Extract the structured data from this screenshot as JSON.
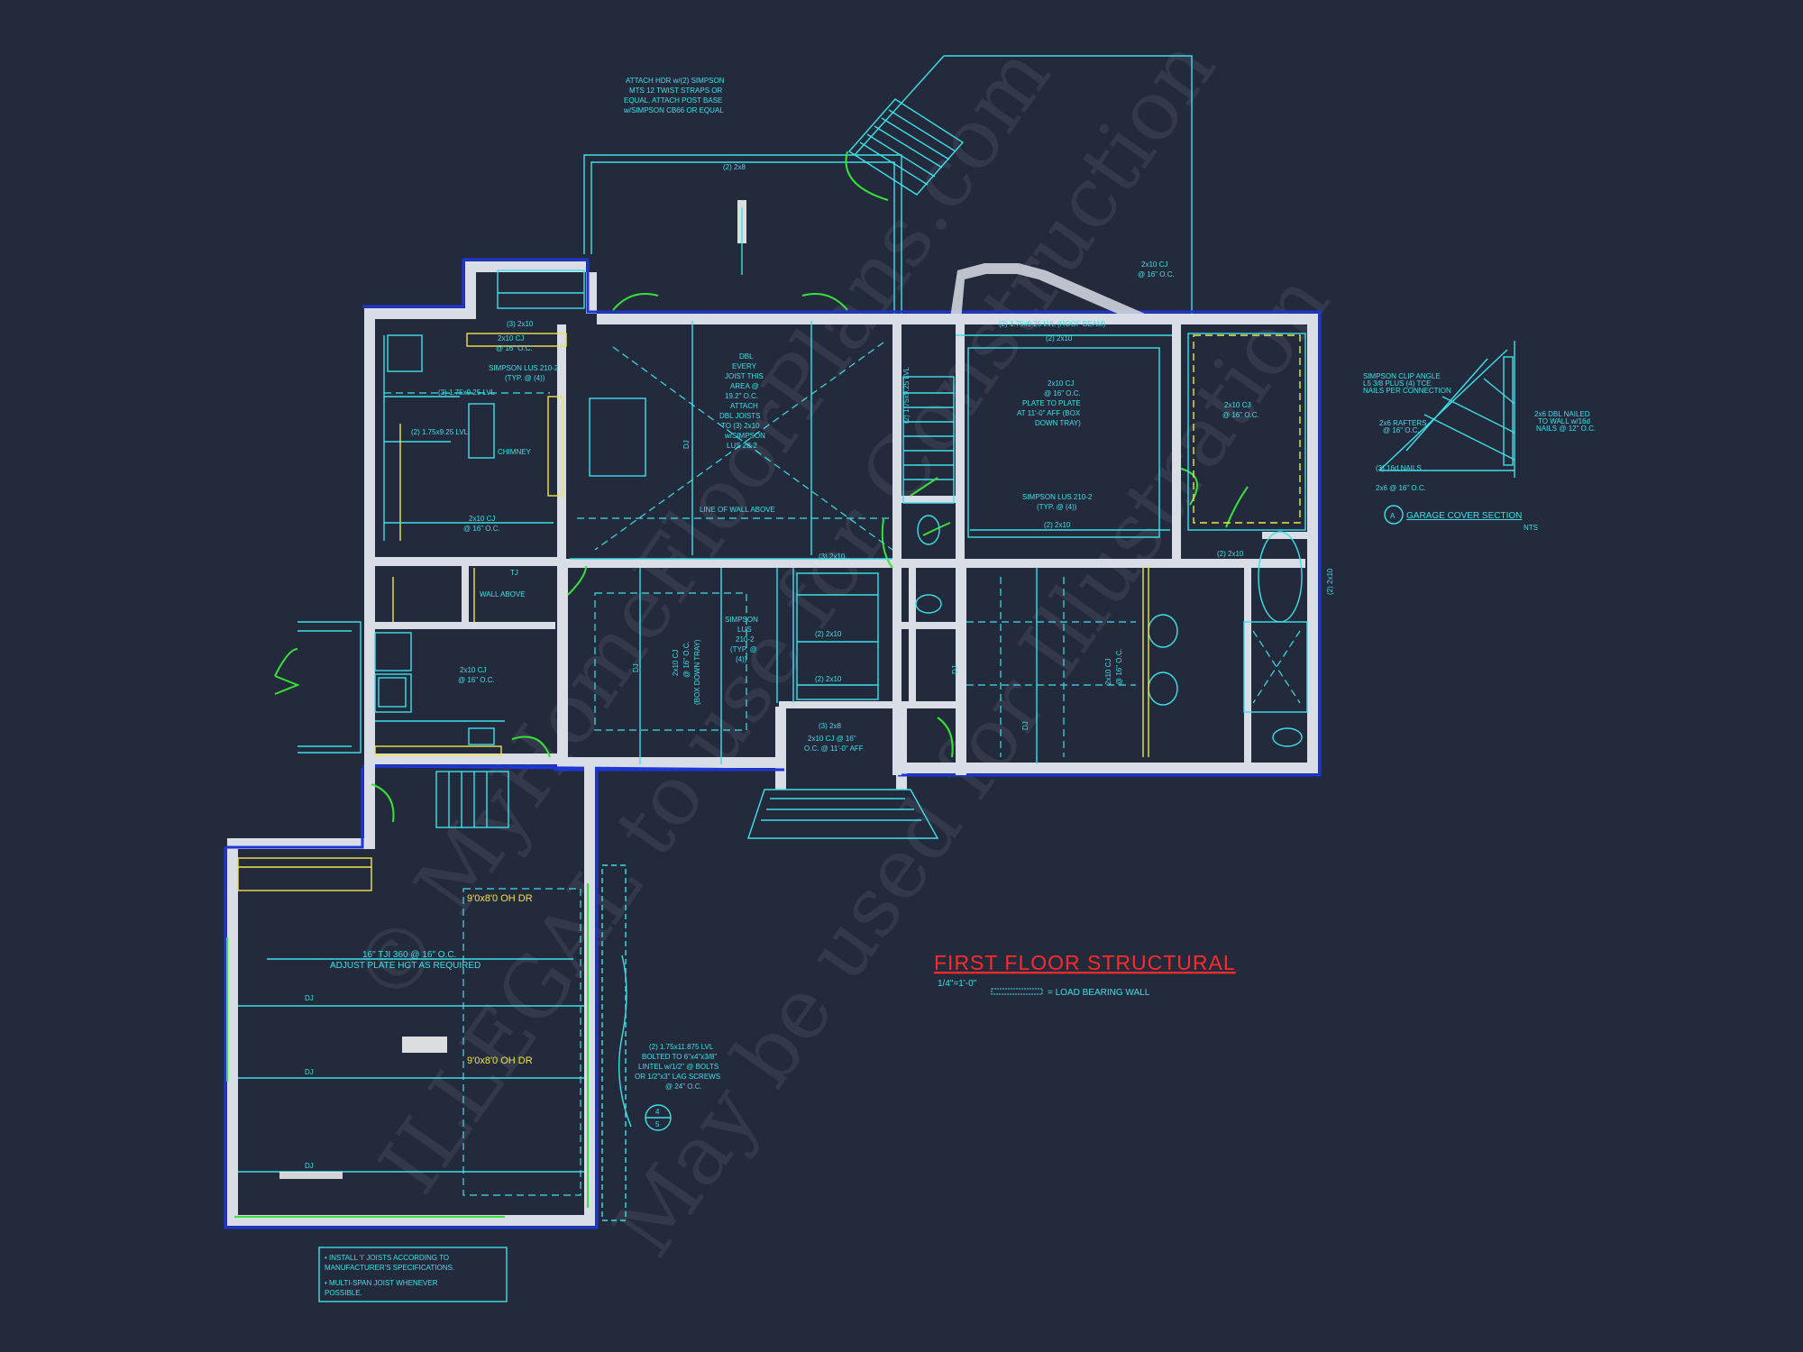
{
  "drawing": {
    "title": "FIRST FLOOR STRUCTURAL",
    "scale": "1/4\"=1'-0\"",
    "legend_text": "= LOAD BEARING WALL"
  },
  "watermark": {
    "line1": "© MyHomeFloorPlans.com",
    "line2": "ILLEGAL to use for Construction",
    "line3": "May be used for Illustration"
  },
  "notes": {
    "attach_hdr": [
      "ATTACH HDR w/(2) SIMPSON",
      "MTS 12 TWIST STRAPS OR",
      "EQUAL. ATTACH POST BASE",
      "w/SIMPSON CB66 OR EQUAL"
    ],
    "porch_beam": "(2) 2x8",
    "dbl_joist": [
      "DBL",
      "EVERY",
      "JOIST THIS",
      "AREA @",
      "19.2\" O.C.",
      "ATTACH",
      "DBL JOISTS",
      "TO (3) 2x10",
      "w/SIMPSON",
      "LUS 28-2"
    ],
    "line_of_wall": "LINE OF WALL ABOVE",
    "kitchen_header": "(3) 2x10",
    "kitchen_cj": [
      "2x10 CJ",
      "@ 16\" O.C."
    ],
    "simpson_lus_kitchen": [
      "SIMPSON LUS 210-2",
      "(TYP. @ (4))"
    ],
    "kitchen_lvl": "(2) 1.75x9.25 LVL",
    "family_lvl": "(2) 1.75x9.25 LVL",
    "chimney": "CHIMNEY",
    "family_cj": [
      "2x10 CJ",
      "@ 16\" O.C."
    ],
    "roof_beam": "(2) 1.75x9.25 LVL (ROOF BEAM)",
    "bay_cj": [
      "2x10 CJ",
      "@ 16\" O.C."
    ],
    "master_header": "(2) 2x10",
    "master_cj": [
      "2x10 CJ",
      "@ 16\" O.C.",
      "PLATE TO PLATE",
      "AT 11'-0\" AFF (BOX",
      "DOWN TRAY)"
    ],
    "simpson_lus_master": [
      "SIMPSON LUS 210-2",
      "(TYP. @ (4))"
    ],
    "master_bottom_header": "(2) 2x10",
    "closet_cj": [
      "2x10 CJ",
      "@ 16\" O.C."
    ],
    "stair_lvl": "(2) 1.75x9.25 LVL",
    "dj": "DJ",
    "hall_header": "(3) 2x10",
    "laundry_wall": "WALL ABOVE",
    "tj": "TJ",
    "mud_cj": [
      "2x10 CJ",
      "@ 16\" O.C."
    ],
    "dining_cj": [
      "2x10 CJ",
      "@ 16\" O.C.",
      "(BOX DOWN TRAY)"
    ],
    "simpson_lus_dining": [
      "SIMPSON",
      "LUS",
      "210-2",
      "(TYP. @",
      "(4))"
    ],
    "foyer_header": "(3) 2x8",
    "foyer_cj": [
      "2x10 CJ @ 16\"",
      "O.C. @ 11'-0\" AFF"
    ],
    "foyer_side": "(2) 2x10",
    "bath_header": "(2) 2x10",
    "bath_right": "(2) 2x10",
    "study_cj": [
      "2x10 CJ",
      "@ 16\" O.C."
    ],
    "garage_door_1": "9'0x8'0 OH DR",
    "garage_door_2": "9'0x8'0 OH DR",
    "garage_tji": [
      "16\" TJI 360 @ 16\" O.C.",
      "ADJUST PLATE HGT AS REQUIRED"
    ],
    "garage_lvl": [
      "(2) 1.75x11.875 LVL",
      "BOLTED TO 6\"x4\"x3/8\"",
      "LINTEL w/1/2\" @ BOLTS",
      "OR 1/2\"x3\" LAG SCREWS",
      "@ 24\" O.C."
    ],
    "section_mark": [
      "4",
      "5"
    ],
    "joist_notes": [
      "• INSTALL 'I' JOISTS ACCORDING TO",
      "  MANUFACTURER'S SPECIFICATIONS.",
      "• MULTI-SPAN JOIST WHENEVER",
      "  POSSIBLE."
    ]
  },
  "garage_section": {
    "title": "GARAGE COVER SECTION",
    "marker": "A",
    "scale": "NTS",
    "labels": [
      "SIMPSON CLIP ANGLE",
      "L5 3/8 PLUS (4) TCE",
      "NAILS PER CONNECTION",
      "2x6 RAFTERS",
      "@ 16\" O.C.",
      "(3) 16d NAILS",
      "2x6 @ 16\" O.C.",
      "2x6 DBL NAILED",
      "TO WALL w/16d",
      "NAILS @ 12\" O.C."
    ]
  },
  "colors": {
    "background": "#232a3c",
    "linework": "#3ee0e8",
    "walls": "#d9dde6",
    "wall_outline": "#1c37d6",
    "doors": "#39e23a",
    "highlight": "#f2e34a",
    "title": "#ff2a2a"
  }
}
